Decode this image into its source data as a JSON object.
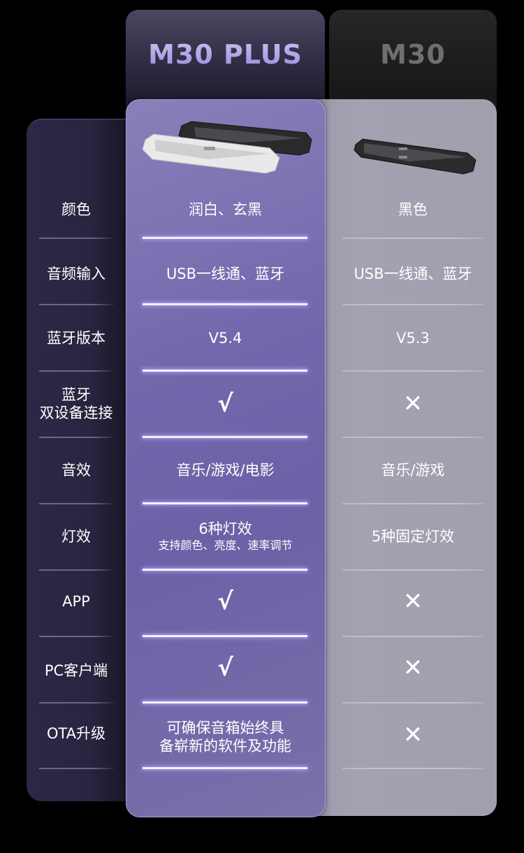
{
  "products": {
    "plus": {
      "name": "M30 PLUS",
      "image": "speaker-bars-white-and-black",
      "accent": "#7468ad"
    },
    "base": {
      "name": "M30",
      "image": "speaker-bar-black",
      "accent": "#a19eae"
    }
  },
  "rows": [
    {
      "label": "颜色",
      "plus": "润白、玄黑",
      "base": "黑色"
    },
    {
      "label": "音频输入",
      "plus": "USB一线通、蓝牙",
      "base": "USB一线通、蓝牙"
    },
    {
      "label": "蓝牙版本",
      "plus": "V5.4",
      "base": "V5.3"
    },
    {
      "label_line1": "蓝牙",
      "label_line2": "双设备连接",
      "plus": "√",
      "base": "✕"
    },
    {
      "label": "音效",
      "plus": "音乐/游戏/电影",
      "base": "音乐/游戏"
    },
    {
      "label": "灯效",
      "plus": "6种灯效",
      "plus_sub": "支持颜色、亮度、速率调节",
      "base": "5种固定灯效"
    },
    {
      "label": "APP",
      "plus": "√",
      "base": "✕"
    },
    {
      "label": "PC客户端",
      "plus": "√",
      "base": "✕"
    },
    {
      "label": "OTA升级",
      "plus_line1": "可确保音箱始终具",
      "plus_line2": "备崭新的软件及功能",
      "base": "✕"
    }
  ],
  "icons": {
    "check": "check-icon",
    "cross": "cross-icon"
  },
  "colors": {
    "background": "#000000",
    "plus_column": "#7468ad",
    "base_column": "#a19eae",
    "label_panel": "#27253f"
  }
}
